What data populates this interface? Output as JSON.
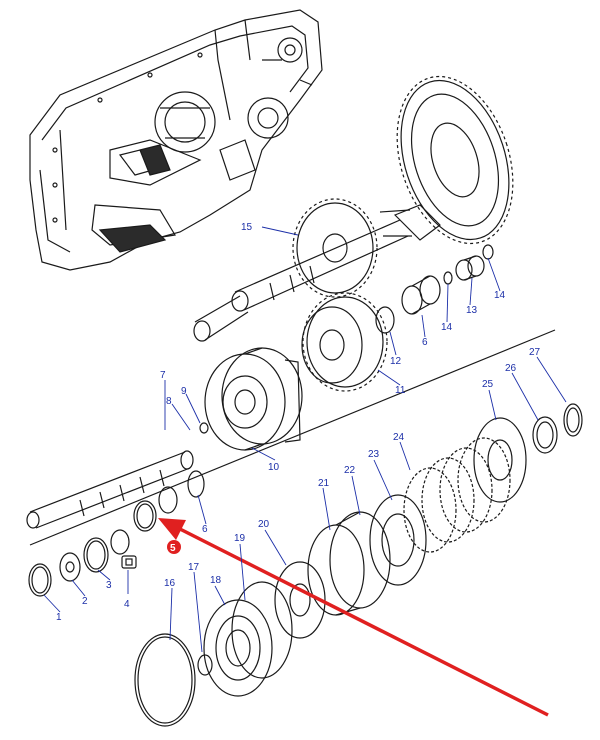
{
  "callouts": [
    "1",
    "2",
    "3",
    "4",
    "5",
    "6",
    "6",
    "7",
    "8",
    "9",
    "10",
    "11",
    "12",
    "13",
    "14",
    "14",
    "15",
    "16",
    "17",
    "18",
    "19",
    "20",
    "21",
    "22",
    "23",
    "24",
    "25",
    "26",
    "27"
  ],
  "colors": {
    "label": "#1c2fa8",
    "line": "#1a1a1a",
    "arrow": "#e02020",
    "highlight": "#e02020"
  },
  "highlighted_part": "5"
}
